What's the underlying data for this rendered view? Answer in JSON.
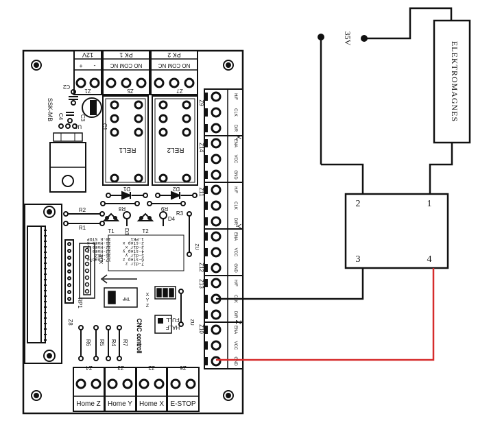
{
  "board": {
    "name": "SSK-MB",
    "top_terminals": {
      "t12v": "12V",
      "pk1": "PK 1",
      "pk2": "PK 2",
      "minus": "-",
      "plus": "+",
      "pins1": "NO COM NC",
      "pins2": "NO COM NC",
      "z1": "Z1",
      "z5": "Z5",
      "z7": "Z7"
    },
    "components": {
      "c2": "C2",
      "c3": "C3",
      "c4": "C4",
      "c1": "C1",
      "u1": "U1",
      "rel1": "REL1",
      "rel2": "REL2",
      "d1": "D1",
      "d2": "D2",
      "r8": "R8",
      "r9": "R9",
      "r2": "R2",
      "r1": "R1",
      "t1": "T1",
      "t2": "T2",
      "d3": "D3",
      "d4": "D4",
      "r3": "R3",
      "rp1": "RP1",
      "z8": "Z8",
      "r6": "R6",
      "r5": "R5",
      "r4": "R4",
      "r7": "R7",
      "z4": "Z4",
      "z3": "Z3",
      "z2": "Z2",
      "z6": "Z6",
      "z9": "Z9",
      "z14": "Z14",
      "z11": "Z11",
      "z12": "Z12",
      "z13": "Z13",
      "z10": "Z10",
      "aux": "AUX",
      "pinlist": [
        "1-PK1",
        "2-step x",
        "3-dir x",
        "4-step y",
        "5-dir y",
        "6-step z",
        "7-dir z",
        "10-E STOP",
        "11-Home x",
        "12-Home y",
        "13-Home z",
        "16-PK2",
        "17-Enable"
      ],
      "dip": "TMP",
      "full": "FULL",
      "half": "HALF",
      "brand": "CNC controll",
      "zu": "ZU"
    },
    "axis_labels": {
      "x": "X",
      "y": "Y",
      "z": "Z"
    },
    "axis_pins": [
      "H/F",
      "CLK",
      "DIR",
      "ENA",
      "VCC",
      "GND"
    ],
    "bottom_terminals": {
      "home_z": "Home Z",
      "home_y": "Home Y",
      "home_x": "Home X",
      "estop": "E-STOP"
    }
  },
  "power": {
    "voltage": "35V"
  },
  "load": {
    "name": "ELEKTROMAGNES"
  },
  "relay_module": {
    "pin1": "1",
    "pin2": "2",
    "pin3": "3",
    "pin4": "4"
  },
  "colors": {
    "line": "#111111",
    "signal_wire": "#d62b2b",
    "board_fill": "#ffffff"
  }
}
